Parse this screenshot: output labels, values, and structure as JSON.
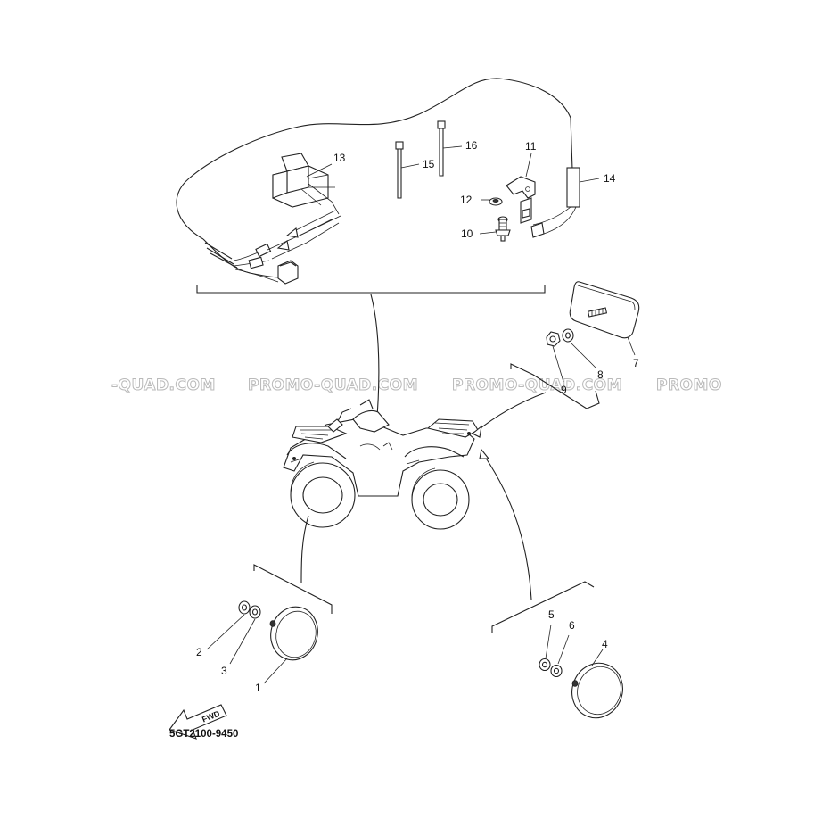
{
  "diagram_code": "5GT2100-9450",
  "forward_label": "FWD",
  "watermark": {
    "items": [
      "-QUAD.COM",
      "PROMO-QUAD.COM",
      "PROMO-QUAD.COM",
      "PROMO"
    ]
  },
  "callouts": {
    "p1": "1",
    "p2": "2",
    "p3": "3",
    "p4": "4",
    "p5": "5",
    "p6": "6",
    "p7": "7",
    "p8": "8",
    "p9": "9",
    "p10": "10",
    "p11": "11",
    "p12": "12",
    "p13": "13",
    "p14": "14",
    "p15": "15",
    "p16": "16"
  },
  "colors": {
    "line": "#222222",
    "watermark_outline": "#b9b9b9"
  }
}
